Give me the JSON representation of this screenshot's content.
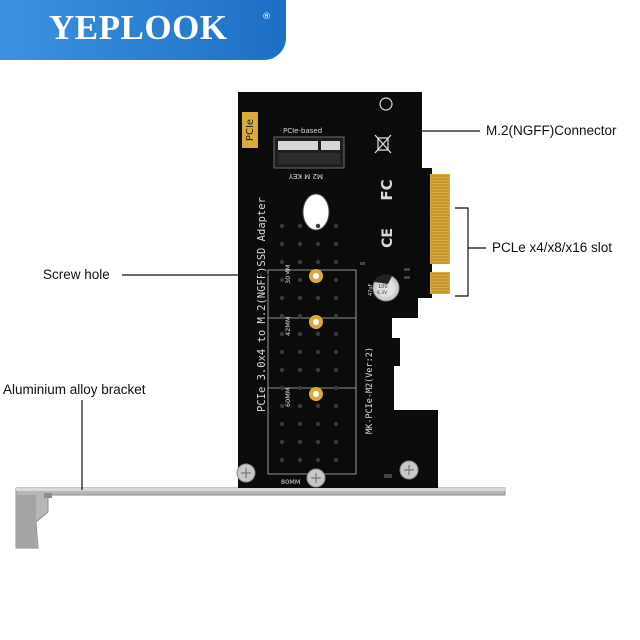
{
  "brand": {
    "name": "YEPLOOK",
    "registered_mark": "®",
    "colors": {
      "banner_light": "#3d92e0",
      "banner_dark": "#1d6fc4",
      "text": "#ffffff"
    }
  },
  "callouts": {
    "connector": "M.2(NGFF)Connector",
    "pcie_slot": "PCLe x4/x8/x16 slot",
    "screw_hole": "Screw hole",
    "bracket": "Aluminium alloy bracket"
  },
  "board": {
    "colors": {
      "pcb": "#0b0b0b",
      "gold": "#d9ab3a",
      "silver": "#c8c8c8",
      "silkscreen": "#d9d9d9"
    },
    "pcie_tag": "PCIe",
    "socket_label": "PCIe-based",
    "key_label": "M2 M KEY",
    "adapter_title": "PCIe 3.0x4 to M.2(NGFF)SSD Adapter",
    "model": "MK-PCIe-M2(Ver:2)",
    "size_30": "30MM",
    "size_42": "42MM",
    "size_60": "60MM",
    "size_80": "80MM",
    "fc_mark": "FC",
    "ce_mark": "CE",
    "cap_code": "100",
    "cap_voltage": "6.3V",
    "cap_value": "47uF"
  }
}
